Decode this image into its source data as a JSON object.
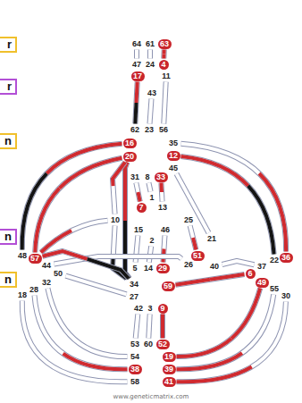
{
  "diagram": {
    "nodes": [
      {
        "text": [
          "r"
        ]
      },
      {
        "text": [
          "r"
        ]
      },
      {
        "text": [
          "n"
        ]
      },
      {
        "text": [
          "n"
        ]
      },
      {
        "text": [
          "n"
        ]
      },
      {
        "text": []
      },
      {
        "text": [
          "64"
        ],
        "in": 5
      },
      {
        "text": [
          "61"
        ],
        "in": 5
      },
      {
        "text": [
          "63"
        ],
        "in": 5
      },
      {
        "text": []
      },
      {
        "text": [
          "47"
        ],
        "in": 9
      },
      {
        "text": [
          "24"
        ],
        "in": 9
      },
      {
        "text": [
          "4"
        ],
        "in": 9
      },
      {
        "text": [
          "17"
        ],
        "in": 9
      },
      {
        "text": [
          "11"
        ],
        "in": 9
      },
      {
        "text": [
          "43"
        ],
        "in": 9
      },
      {
        "text": []
      },
      {
        "text": [
          "62"
        ],
        "in": 16
      },
      {
        "text": [
          "23"
        ],
        "in": 16
      },
      {
        "text": [
          "56"
        ],
        "in": 16
      },
      {
        "text": [
          "16"
        ],
        "in": 16
      },
      {
        "text": [
          "35"
        ],
        "in": 16
      },
      {
        "text": [
          "20"
        ],
        "in": 16
      },
      {
        "text": [
          "12"
        ],
        "in": 16
      },
      {
        "text": [
          "45"
        ],
        "in": 16
      },
      {
        "text": [
          "31"
        ],
        "in": 16
      },
      {
        "text": [
          "8"
        ],
        "in": 16
      },
      {
        "text": [
          "33"
        ],
        "in": 16
      },
      {
        "text": []
      },
      {
        "text": [
          "1"
        ],
        "in": 28
      },
      {
        "text": [
          "7"
        ],
        "in": 28
      },
      {
        "text": [
          "13"
        ],
        "in": 28
      },
      {
        "text": [
          "10"
        ],
        "in": 28
      },
      {
        "text": [
          "25"
        ],
        "in": 28
      },
      {
        "text": [
          "15"
        ],
        "in": 28
      },
      {
        "text": [
          "46"
        ],
        "in": 28
      },
      {
        "text": [
          "2"
        ],
        "in": 28
      },
      {
        "text": []
      },
      {
        "text": [
          "21"
        ],
        "in": 37
      },
      {
        "text": [
          "51"
        ],
        "in": 37
      },
      {
        "text": [
          "26"
        ],
        "in": 37
      },
      {
        "text": [
          "40"
        ],
        "in": 37
      },
      {
        "text": []
      },
      {
        "text": [
          "48"
        ],
        "in": 42
      },
      {
        "text": [
          "57"
        ],
        "in": 42
      },
      {
        "text": [
          "44"
        ],
        "in": 42
      },
      {
        "text": [
          "50"
        ],
        "in": 42
      },
      {
        "text": [
          "32"
        ],
        "in": 42
      },
      {
        "text": [
          "28"
        ],
        "in": 42
      },
      {
        "text": [
          "18"
        ],
        "in": 42
      },
      {
        "text": []
      },
      {
        "text": [
          "5"
        ],
        "in": 50
      },
      {
        "text": [
          "14"
        ],
        "in": 50
      },
      {
        "text": [
          "29"
        ],
        "in": 50
      },
      {
        "text": [
          "34"
        ],
        "in": 50
      },
      {
        "text": [
          "59"
        ],
        "in": 50
      },
      {
        "text": [
          "27"
        ],
        "in": 50
      },
      {
        "text": [
          "42"
        ],
        "in": 50
      },
      {
        "text": [
          "3"
        ],
        "in": 50
      },
      {
        "text": [
          "9"
        ],
        "in": 50
      },
      {
        "text": []
      },
      {
        "text": [
          "22"
        ],
        "in": 60
      },
      {
        "text": [
          "36"
        ],
        "in": 60
      },
      {
        "text": [
          "37"
        ],
        "in": 60
      },
      {
        "text": [
          "6"
        ],
        "in": 60
      },
      {
        "text": [
          "49"
        ],
        "in": 60
      },
      {
        "text": [
          "55"
        ],
        "in": 60
      },
      {
        "text": [
          "30"
        ],
        "in": 60
      },
      {
        "text": []
      },
      {
        "text": [
          "53"
        ],
        "in": 68
      },
      {
        "text": [
          "60"
        ],
        "in": 68
      },
      {
        "text": [
          "52"
        ],
        "in": 68
      },
      {
        "text": [
          "54"
        ],
        "in": 68
      },
      {
        "text": [
          "19"
        ],
        "in": 68
      },
      {
        "text": [
          "38"
        ],
        "in": 68
      },
      {
        "text": [
          "39"
        ],
        "in": 68
      },
      {
        "text": [
          "58"
        ],
        "in": 68
      },
      {
        "text": [
          "41"
        ],
        "in": 68
      }
    ],
    "edges": [
      {
        "from": 6,
        "to": 10,
        "arrow": "none"
      },
      {
        "from": 7,
        "to": 11,
        "arrow": "none"
      },
      {
        "from": 8,
        "to": 12,
        "arrow": "none"
      },
      {
        "from": 13,
        "to": 17,
        "arrow": "none"
      },
      {
        "from": 15,
        "to": 18,
        "arrow": "none"
      },
      {
        "from": 14,
        "to": 19,
        "arrow": "none"
      },
      {
        "from": 25,
        "to": 30,
        "arrow": "none"
      },
      {
        "from": 26,
        "to": 29,
        "arrow": "none"
      },
      {
        "from": 27,
        "to": 31,
        "arrow": "none"
      },
      {
        "from": 20,
        "to": 43,
        "arrow": "none"
      },
      {
        "from": 22,
        "to": 44,
        "arrow": "none"
      },
      {
        "from": 21,
        "to": 62,
        "arrow": "none"
      },
      {
        "from": 23,
        "to": 61,
        "arrow": "none"
      },
      {
        "from": 22,
        "to": 54,
        "arrow": "none"
      },
      {
        "from": 24,
        "to": 38,
        "arrow": "none"
      },
      {
        "from": 32,
        "to": 44,
        "arrow": "none"
      },
      {
        "from": 32,
        "to": 54,
        "arrow": "none"
      },
      {
        "from": 32,
        "to": 22,
        "arrow": "none"
      },
      {
        "from": 34,
        "to": 51,
        "arrow": "none"
      },
      {
        "from": 36,
        "to": 52,
        "arrow": "none"
      },
      {
        "from": 35,
        "to": 53,
        "arrow": "none"
      },
      {
        "from": 33,
        "to": 39,
        "arrow": "none"
      },
      {
        "from": 40,
        "to": 45,
        "arrow": "none"
      },
      {
        "from": 41,
        "to": 63,
        "arrow": "none"
      },
      {
        "from": 44,
        "to": 54,
        "arrow": "none"
      },
      {
        "from": 46,
        "to": 56,
        "arrow": "none"
      },
      {
        "from": 55,
        "to": 64,
        "arrow": "none"
      },
      {
        "from": 57,
        "to": 69,
        "arrow": "none"
      },
      {
        "from": 58,
        "to": 70,
        "arrow": "none"
      },
      {
        "from": 59,
        "to": 71,
        "arrow": "none"
      },
      {
        "from": 72,
        "to": 47,
        "arrow": "none"
      },
      {
        "from": 74,
        "to": 48,
        "arrow": "none"
      },
      {
        "from": 76,
        "to": 49,
        "arrow": "none"
      },
      {
        "from": 73,
        "to": 65,
        "arrow": "none"
      },
      {
        "from": 75,
        "to": 66,
        "arrow": "none"
      },
      {
        "from": 77,
        "to": 67,
        "arrow": "none"
      }
    ],
    "labels": [
      "www.geneticmatrix.com"
    ]
  }
}
